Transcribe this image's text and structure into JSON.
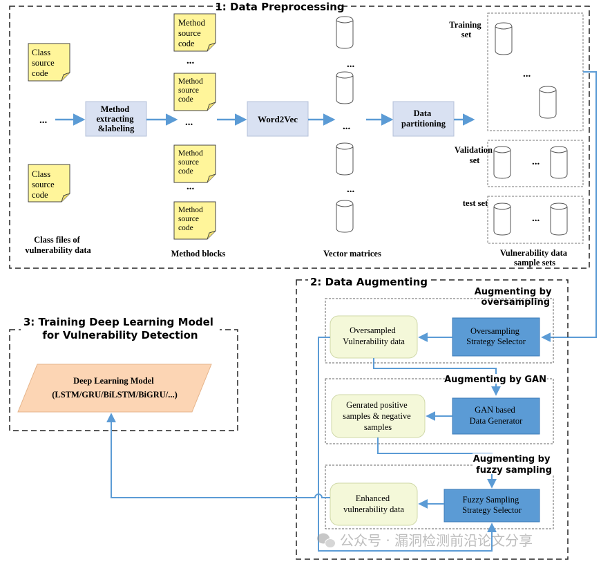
{
  "sections": {
    "preprocessing_title": "1: Data Preprocessing",
    "augmenting_title": "2: Data Augmenting",
    "training_title_line1": "3: Training Deep Learning Model",
    "training_title_line2": "for Vulnerability Detection"
  },
  "preprocessing": {
    "class_note_line1": "Class",
    "class_note_line2": "source",
    "class_note_line3": "code",
    "method_note_line1": "Method",
    "method_note_line2": "source",
    "method_note_line3": "code",
    "ellipsis": "...",
    "method_extract_line1": "Method",
    "method_extract_line2": "extracting",
    "method_extract_line3": "&labeling",
    "word2vec": "Word2Vec",
    "partition_line1": "Data",
    "partition_line2": "partitioning",
    "training_set_line1": "Training",
    "training_set_line2": "set",
    "validation_set_line1": "Validation",
    "validation_set_line2": "set",
    "test_set": "test set",
    "caption_class_line1": "Class files of",
    "caption_class_line2": "vulnerability data",
    "caption_methods": "Method blocks",
    "caption_vectors": "Vector matrices",
    "caption_samples_line1": "Vulnerability data",
    "caption_samples_line2": "sample sets"
  },
  "augmenting": {
    "oversampling_title_line1": "Augmenting by",
    "oversampling_title_line2": "oversampling",
    "oversampled_line1": "Oversampled",
    "oversampled_line2": "Vulnerability data",
    "oversampling_selector_line1": "Oversampling",
    "oversampling_selector_line2": "Strategy Selector",
    "gan_title": "Augmenting by GAN",
    "generated_line1": "Genrated positive",
    "generated_line2": "samples & negative",
    "generated_line3": "samples",
    "gan_generator_line1": "GAN based",
    "gan_generator_line2": "Data Generator",
    "fuzzy_title_line1": "Augmenting by",
    "fuzzy_title_line2": "fuzzy sampling",
    "enhanced_line1": "Enhanced",
    "enhanced_line2": "vulnerability data",
    "fuzzy_selector_line1": "Fuzzy Sampling",
    "fuzzy_selector_line2": "Strategy Selector"
  },
  "training": {
    "model_line1": "Deep Learning Model",
    "model_line2": "(LSTM/GRU/BiLSTM/BiGRU/...)"
  },
  "watermark": "公众号 · 漏洞检测前沿论文分享",
  "colors": {
    "arrow": "#5b9bd5",
    "note_fill": "#fff59a",
    "process_fill": "#d9e1f2",
    "selector_fill": "#5b9bd5",
    "data_fill": "#f4f8d9",
    "model_fill": "#fcd5b4"
  }
}
